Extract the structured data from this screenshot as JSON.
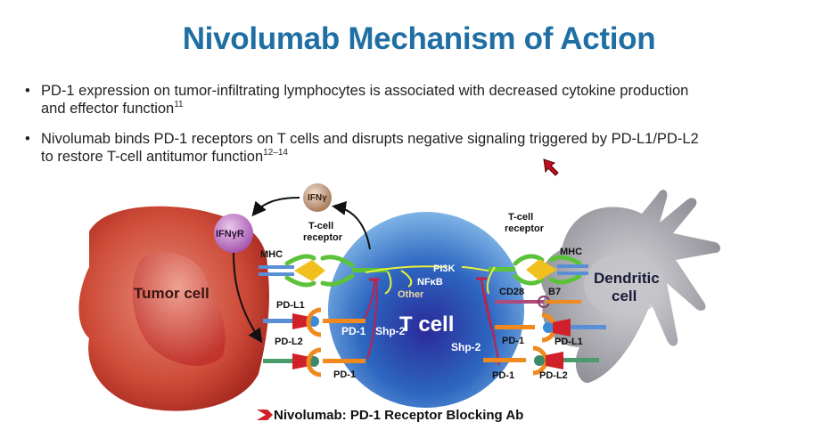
{
  "title": "Nivolumab Mechanism of Action",
  "bullets": [
    {
      "text": "PD-1 expression on tumor-infiltrating lymphocytes is associated with decreased cytokine production",
      "text2": "and effector function",
      "ref": "11"
    },
    {
      "text": "Nivolumab binds PD-1 receptors on T cells and disrupts negative signaling triggered by PD-L1/PD-L2",
      "text2": "to restore T-cell antitumor function",
      "ref": "12–14"
    }
  ],
  "diagram": {
    "tumor_cell": "Tumor cell",
    "t_cell": "T cell",
    "dendritic_cell_line1": "Dendritic",
    "dendritic_cell_line2": "cell",
    "ifny": "IFNγ",
    "ifnyr": "IFNγR",
    "tcr_left_line1": "T-cell",
    "tcr_left_line2": "receptor",
    "tcr_right_line1": "T-cell",
    "tcr_right_line2": "receptor",
    "mhc_left": "MHC",
    "mhc_right": "MHC",
    "pdl1_left": "PD-L1",
    "pdl2_left": "PD-L2",
    "pd1_left_top": "PD-1",
    "pd1_left_bottom": "PD-1",
    "shp2_left": "Shp-2",
    "shp2_right": "Shp-2",
    "pi3k": "PI3K",
    "nfkb": "NFκB",
    "other": "Other",
    "cd28": "CD28",
    "b7": "B7",
    "pd1_right_top": "PD-1",
    "pdl1_right": "PD-L1",
    "pd1_right_bottom": "PD-1",
    "pdl2_right": "PD-L2"
  },
  "legend": {
    "label": "Nivolumab: PD-1 Receptor Blocking Ab",
    "icon": "antibody-icon",
    "color": "#d0202a"
  },
  "colors": {
    "title": "#1f6fa4",
    "tumor": "#c8402f",
    "t_cell": "#2a64b8",
    "dendritic": "#9a9aa0",
    "tcr": "#5cc23a",
    "mhc": "#f2c01e",
    "pd1": "#f08a1e",
    "nivolumab": "#d0202a"
  }
}
